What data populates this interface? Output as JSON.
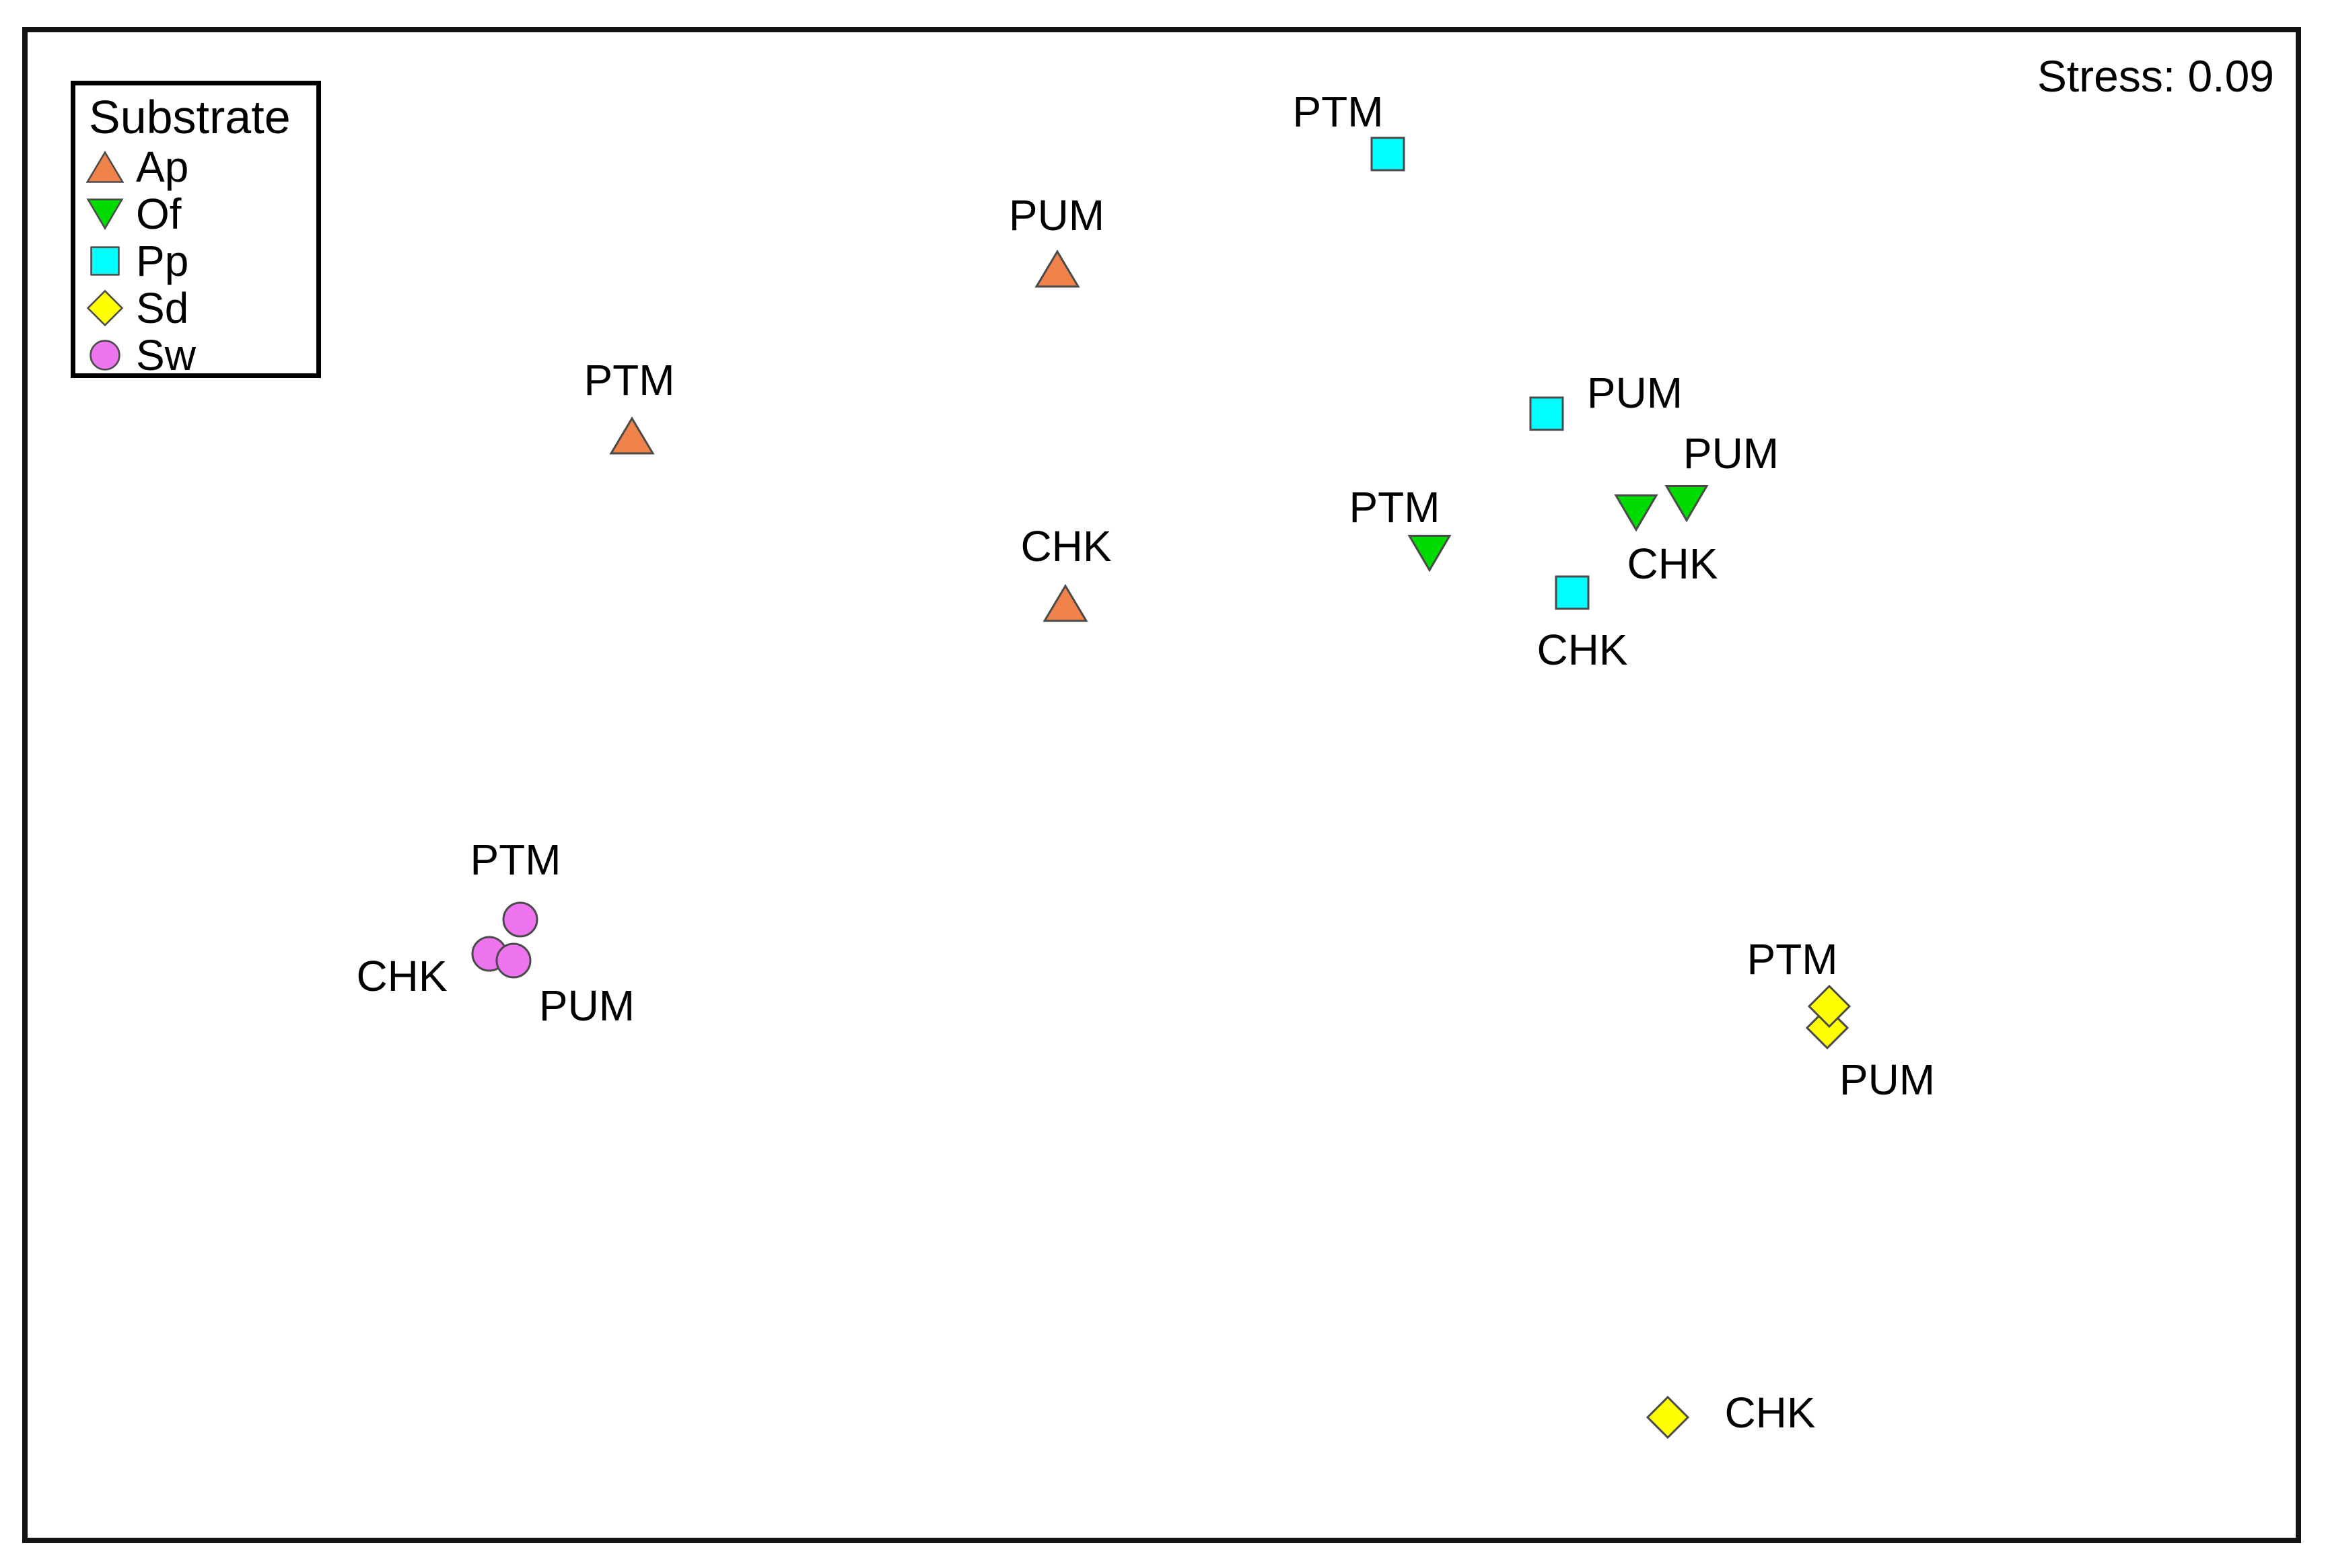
{
  "figure": {
    "kind": "NMDS ordination scatter plot",
    "background_color": "#FFFFFF",
    "frame_color": "#141414",
    "marker_outline_color": "#4A4A4A"
  },
  "chart_data": {
    "type": "scatter",
    "subtype": "NMDS ordination (unlabeled axes, no gridlines)",
    "title": "",
    "stress_annotation": "Stress: 0.09",
    "stress_value": 0.09,
    "legend": {
      "title": "Substrate",
      "position": "top-left"
    },
    "coordinate_space": "image pixels, 3459x2331, y increases downward",
    "series": [
      {
        "name": "Ap",
        "marker": "triangle-up",
        "color": "#F0834A",
        "points": [
          {
            "site": "PUM",
            "x": 1571,
            "y": 400,
            "label_x": 1570,
            "label_y": 320
          },
          {
            "site": "PTM",
            "x": 939,
            "y": 648,
            "label_x": 935,
            "label_y": 565
          },
          {
            "site": "CHK",
            "x": 1583,
            "y": 897,
            "label_x": 1584,
            "label_y": 812
          }
        ]
      },
      {
        "name": "Of",
        "marker": "triangle-down",
        "color": "#00DC00",
        "points": [
          {
            "site": "PTM",
            "x": 2124,
            "y": 822,
            "label_x": 2072,
            "label_y": 754
          },
          {
            "site": "CHK",
            "x": 2431,
            "y": 762,
            "label_x": 2485,
            "label_y": 838
          },
          {
            "site": "PUM",
            "x": 2506,
            "y": 748,
            "label_x": 2572,
            "label_y": 674
          }
        ]
      },
      {
        "name": "Pp",
        "marker": "square",
        "color": "#00FFFF",
        "points": [
          {
            "site": "PTM",
            "x": 2062,
            "y": 229,
            "label_x": 1988,
            "label_y": 166
          },
          {
            "site": "PUM",
            "x": 2298,
            "y": 615,
            "label_x": 2429,
            "label_y": 584
          },
          {
            "site": "CHK",
            "x": 2336,
            "y": 881,
            "label_x": 2351,
            "label_y": 966
          }
        ]
      },
      {
        "name": "Sd",
        "marker": "diamond",
        "color": "#FFFF00",
        "points": [
          {
            "site": "PUM",
            "x": 2715,
            "y": 1528,
            "label_x": 2804,
            "label_y": 1605
          },
          {
            "site": "PTM",
            "x": 2718,
            "y": 1496,
            "label_x": 2663,
            "label_y": 1426
          },
          {
            "site": "CHK",
            "x": 2478,
            "y": 2107,
            "label_x": 2630,
            "label_y": 2100
          }
        ]
      },
      {
        "name": "Sw",
        "marker": "circle",
        "color": "#EE73EE",
        "points": [
          {
            "site": "PTM",
            "x": 773,
            "y": 1367,
            "label_x": 766,
            "label_y": 1278
          },
          {
            "site": "CHK",
            "x": 727,
            "y": 1418,
            "label_x": 597,
            "label_y": 1451
          },
          {
            "site": "PUM",
            "x": 763,
            "y": 1428,
            "label_x": 872,
            "label_y": 1495
          }
        ]
      }
    ]
  }
}
